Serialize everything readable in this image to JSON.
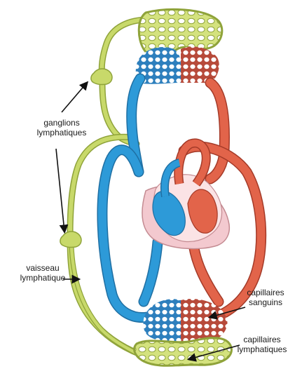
{
  "labels": {
    "ganglions_1": "ganglions",
    "ganglions_2": "lymphatiques",
    "vaisseau_1": "vaisseau",
    "vaisseau_2": "lymphatique",
    "cap_sanguins_1": "capillaires",
    "cap_sanguins_2": "sanguins",
    "cap_lymph_1": "capillaires",
    "cap_lymph_2": "lymphatiques"
  },
  "colors": {
    "lymph": "#c8d96a",
    "lymph_stroke": "#8fa33a",
    "vein": "#2d9ad8",
    "artery": "#e2644a",
    "heart_wall": "#f3c9cf",
    "outline": "#222222"
  }
}
